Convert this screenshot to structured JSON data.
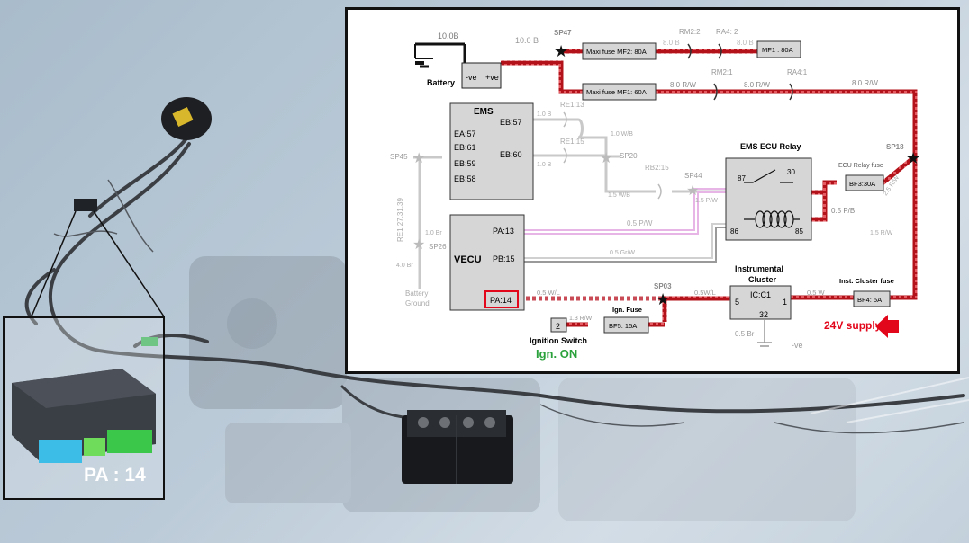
{
  "colors": {
    "live_wire": "#b3121a",
    "inactive_wire": "#bdbdbd",
    "accent_red": "#e3071c",
    "accent_green": "#2aa13b"
  },
  "inset": {
    "connector_label": "PA : 14"
  },
  "diagram": {
    "battery": {
      "label": "Battery",
      "neg": "-ve",
      "pos": "+ve",
      "wire_neg": "10.0B",
      "wire_pos": "10.0 B"
    },
    "splices": {
      "sp47": "SP47",
      "sp45": "SP45",
      "sp20": "SP20",
      "sp44": "SP44",
      "sp18": "SP18",
      "sp26": "SP26",
      "sp03": "SP03"
    },
    "fuses": {
      "mf2": "Maxi fuse MF2: 80A",
      "mf1_maxi": "Maxi fuse MF1: 60A",
      "mf1": "MF1 : 80A",
      "bf3": "BF3:30A",
      "bf3_title": "ECU Relay fuse",
      "bf4": "BF4: 5A",
      "bf4_title": "Inst. Cluster fuse",
      "bf5": "BF5: 15A",
      "bf5_title": "Ign. Fuse"
    },
    "connectors": {
      "rm2_2": "RM2:2",
      "ra4_2": "RA4: 2",
      "rm2_1": "RM2:1",
      "ra4_1": "RA4:1",
      "re1_13": "RE1:13",
      "re1_15": "RE1:15",
      "rb2_15": "RB2:15",
      "re1_27": "RE1:27,31,39"
    },
    "wires": {
      "w80b_a": "8.0 B",
      "w80b_b": "8.0 B",
      "w80rw_a": "8.0 R/W",
      "w80rw_b": "8.0 R/W",
      "w80rw_c": "8.0 R/W",
      "w10b_a": "1.0 B",
      "w10b_b": "1.0 B",
      "w10wb": "1.0 W/B",
      "w15wb": "1.5 W/B",
      "w25rw": "2.5 R/W",
      "w15pw": "1.5 P/W",
      "w05pb": "0.5 P/B",
      "w05pw": "0.5 P/W",
      "w05grw": "0.5 Gr/W",
      "w15rw": "1.5 R/W",
      "w10br": "1.0 Br",
      "w40br": "4.0 Br",
      "w05wl_a": "0.5 W/L",
      "w05wl_b": "0.5W/L",
      "w05w": "0.5 W",
      "w13rw": "1.3 R/W",
      "w05br": "0.5 Br"
    },
    "ems": {
      "title": "EMS",
      "pins": [
        "EB:57",
        "EA:57",
        "EB:61",
        "EB:60",
        "EB:59",
        "EB:58"
      ]
    },
    "vecu": {
      "title": "VECU",
      "pins": [
        "PA:13",
        "PB:15",
        "PA:14"
      ]
    },
    "relay": {
      "title": "EMS ECU Relay",
      "pins": [
        "87",
        "30",
        "86",
        "85"
      ]
    },
    "cluster": {
      "title_1": "Instrumental",
      "title_2": "Cluster",
      "ic": "IC:C1",
      "p5": "5",
      "p1": "1",
      "p32": "32",
      "neg": "-ve"
    },
    "ignition": {
      "label": "Ignition Switch",
      "state": "Ign. ON",
      "pin": "2"
    },
    "battery_ground": {
      "line1": "Battery",
      "line2": "Ground"
    },
    "supply": "24V supply"
  }
}
